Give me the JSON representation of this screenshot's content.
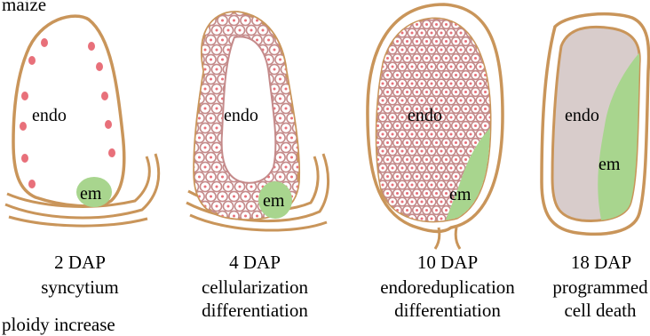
{
  "header_text": "maize",
  "footer_text": "ploidy increase",
  "colors": {
    "outline": "#c9955a",
    "cell_wall": "#c48a8a",
    "nucleus": "#e8707a",
    "embryo": "#a8d58e",
    "dead_tissue": "#d8cccb",
    "background": "#ffffff"
  },
  "stages": [
    {
      "day": "2 DAP",
      "lines": [
        "syncytium"
      ],
      "tissue_label": "endo",
      "embryo_label": "em"
    },
    {
      "day": "4 DAP",
      "lines": [
        "cellularization",
        "differentiation"
      ],
      "tissue_label": "endo",
      "embryo_label": "em"
    },
    {
      "day": "10 DAP",
      "lines": [
        "endoreduplication",
        "differentiation"
      ],
      "tissue_label": "endo",
      "embryo_label": "em"
    },
    {
      "day": "18 DAP",
      "lines": [
        "programmed",
        "cell death"
      ],
      "tissue_label": "endo",
      "embryo_label": "em"
    }
  ]
}
